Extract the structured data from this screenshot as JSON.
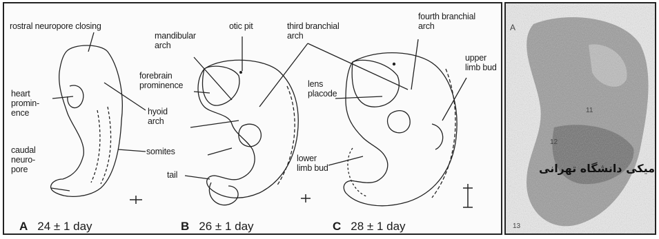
{
  "labels": {
    "rostral_neuropore": "rostral neuropore closing",
    "heart_prominence": "heart\npromin-\nence",
    "caudal_neuropore": "caudal\nneuro-\npore",
    "mandibular_arch": "mandibular\narch",
    "otic_pit": "otic pit",
    "third_branchial_arch": "third branchial\narch",
    "forebrain_prominence": "forebrain\nprominence",
    "hyoid_arch": "hyoid\narch",
    "somites": "somites",
    "tail": "tail",
    "fourth_branchial_arch": "fourth branchial\narch",
    "upper_limb_bud": "upper\nlimb bud",
    "lens_placode": "lens\nplacode",
    "lower_limb_bud": "lower\nlimb bud"
  },
  "stages": [
    {
      "letter": "A",
      "age": "24 ± 1 day"
    },
    {
      "letter": "B",
      "age": "26 ± 1 day"
    },
    {
      "letter": "C",
      "age": "28 ± 1 day"
    }
  ],
  "photo": {
    "letter": "A",
    "marks": [
      "11",
      "12",
      "13"
    ],
    "watermark": "ویتامیکی دانشگاه تهرانی"
  },
  "colors": {
    "line": "#222222",
    "photo_shade": "#8a8a8a"
  }
}
